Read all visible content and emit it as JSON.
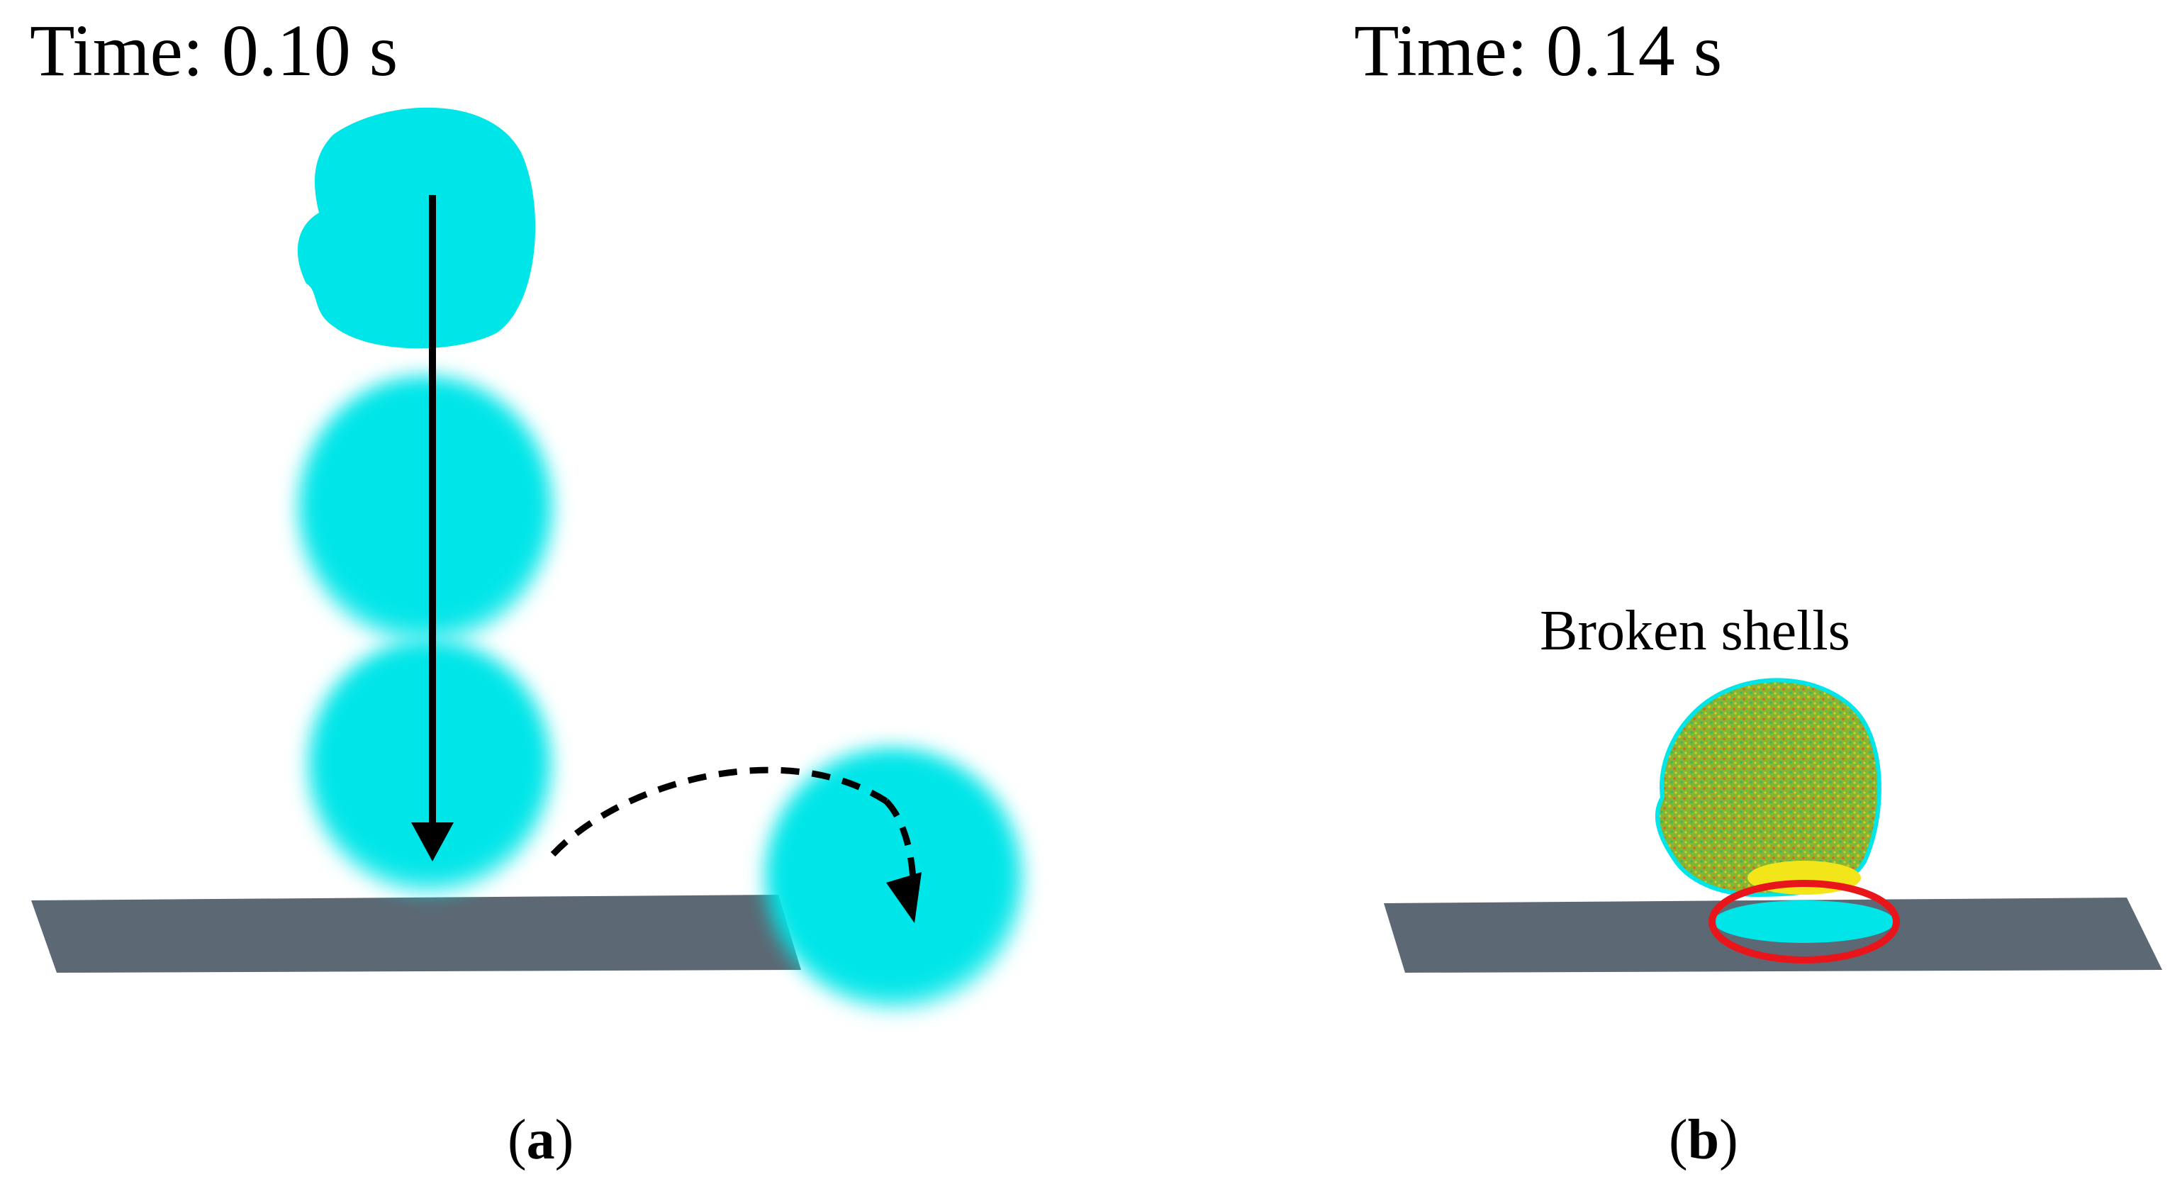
{
  "panel_a": {
    "time_label": "Time: 0.10 s",
    "label_open": "(",
    "label_letter": "a",
    "label_close": ")"
  },
  "panel_b": {
    "time_label": "Time: 0.14 s",
    "annotation": "Broken shells",
    "label_open": "(",
    "label_letter": "b",
    "label_close": ")"
  },
  "colors": {
    "droplet": "#00e5e8",
    "platform": "#5c6873",
    "broken_highlight": "#e8161a",
    "droplet_inner_green": "#7dbb2e",
    "droplet_inner_yellow": "#f2e51a",
    "arrow": "#000000"
  }
}
